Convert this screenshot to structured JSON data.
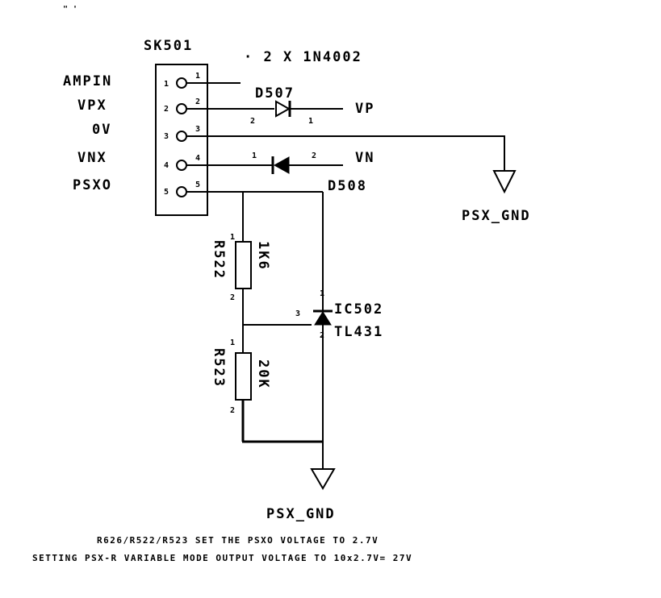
{
  "connector": {
    "name": "SK501",
    "pins": [
      {
        "num": "1",
        "side": "1",
        "label": "AMPIN"
      },
      {
        "num": "2",
        "side": "2",
        "label": "VPX"
      },
      {
        "num": "3",
        "side": "3",
        "label": "0V"
      },
      {
        "num": "4",
        "side": "4",
        "label": "VNX"
      },
      {
        "num": "5",
        "side": "5",
        "label": "PSXO"
      }
    ]
  },
  "diodes": {
    "spec": "2 X 1N4002",
    "d507": {
      "ref": "D507",
      "net": "VP",
      "pin_left": "2",
      "pin_right": "1"
    },
    "d508": {
      "ref": "D508",
      "net": "VN",
      "pin_left": "1",
      "pin_right": "2"
    }
  },
  "resistors": {
    "r522": {
      "ref": "R522",
      "value": "1K6",
      "pin_top": "1",
      "pin_bottom": "2"
    },
    "r523": {
      "ref": "R523",
      "value": "20K",
      "pin_top": "1",
      "pin_bottom": "2"
    }
  },
  "ic": {
    "ref": "IC502",
    "part": "TL431",
    "pin_k": "1",
    "pin_ref": "3",
    "pin_a": "2"
  },
  "grounds": [
    "PSX_GND",
    "PSX_GND"
  ],
  "notes": [
    "R626/R522/R523 SET THE PSXO VOLTAGE TO 2.7V",
    "SETTING PSX-R VARIABLE MODE OUTPUT VOLTAGE TO 10x2.7V= 27V"
  ],
  "top_mark": "\" '"
}
